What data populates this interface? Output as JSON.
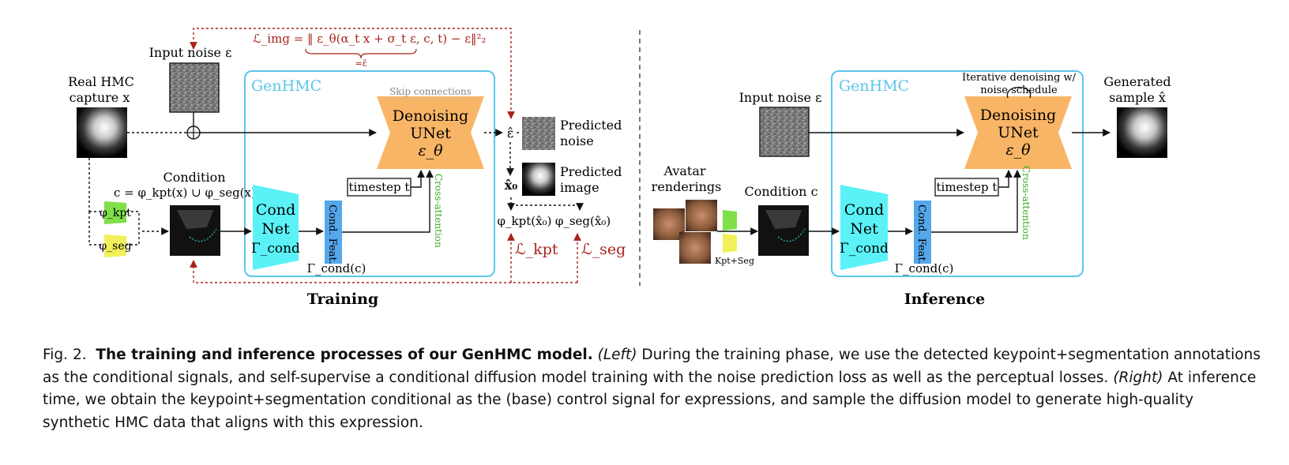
{
  "training": {
    "title": "Training",
    "loss_img": "ℒ_img = ‖ ε_θ(α_t x + σ_t ε, c, t) − ε‖²₂",
    "loss_img_underbrace": "=ε̂",
    "input_noise": "Input noise ε",
    "real_hmc_line1": "Real HMC",
    "real_hmc_line2": "capture x",
    "genhmc": "GenHMC",
    "skip_connections": "Skip connections",
    "unet_line1": "Denoising",
    "unet_line2": "UNet",
    "unet_line3": "ε_θ",
    "eps_hat": "ε̂",
    "predicted_noise_line1": "Predicted",
    "predicted_noise_line2": "noise",
    "predicted_image_line1": "Predicted",
    "predicted_image_line2": "image",
    "x0_hat": "x̂₀",
    "condition": "Condition",
    "condition_formula": "c = φ_kpt(x) ∪ φ_seg(x)",
    "phi_kpt": "φ_kpt",
    "phi_seg": "φ_seg",
    "timestep": "timestep t",
    "cross_attention": "Cross-attention",
    "cond_net_line1": "Cond",
    "cond_net_line2": "Net",
    "cond_net_line3": "Γ_cond",
    "cond_feat": "Cond. Feat.",
    "gamma_cond_c": "Γ_cond(c)",
    "phi_kpt_x0": "φ_kpt(x̂₀)",
    "phi_seg_x0": "φ_seg(x̂₀)",
    "loss_kpt": "ℒ_kpt",
    "loss_seg": "ℒ_seg"
  },
  "inference": {
    "title": "Inference",
    "input_noise": "Input noise ε",
    "genhmc": "GenHMC",
    "iterative_line1": "Iterative denoising w/",
    "iterative_line2": "noise schedule",
    "unet_line1": "Denoising",
    "unet_line2": "UNet",
    "unet_line3": "ε_θ",
    "generated_line1": "Generated",
    "generated_line2": "sample x̂",
    "avatar_line1": "Avatar",
    "avatar_line2": "renderings",
    "kpt_seg": "Kpt+Seg",
    "condition": "Condition c",
    "timestep": "timestep t",
    "cross_attention": "Cross-attention",
    "cond_net_line1": "Cond",
    "cond_net_line2": "Net",
    "cond_net_line3": "Γ_cond",
    "cond_feat": "Cond. Feat.",
    "gamma_cond_c": "Γ_cond(c)"
  },
  "caption": {
    "fig": "Fig. 2.",
    "bold": "The training and inference processes of our GenHMC model.",
    "left_tag": "(Left)",
    "left_text": "During the training phase, we use the detected keypoint+segmentation annotations as the conditional signals, and self-supervise a conditional diffusion model training with the noise prediction loss as well as the perceptual losses.",
    "right_tag": "(Right)",
    "right_text": "At inference time, we obtain the keypoint+segmentation conditional as the (base) control signal for expressions, and sample the diffusion model to generate high-quality synthetic HMC data that aligns with this expression."
  },
  "colors": {
    "genhmc_blue": "#5bc6ec",
    "unet_orange": "#f8b566",
    "condnet_cyan": "#5af2f7",
    "condfeat_blue": "#55a7ec",
    "kpt_green": "#7fe04a",
    "seg_yellow": "#f1f05a",
    "loss_red": "#a8221a",
    "cross_green": "#3aaa24"
  }
}
